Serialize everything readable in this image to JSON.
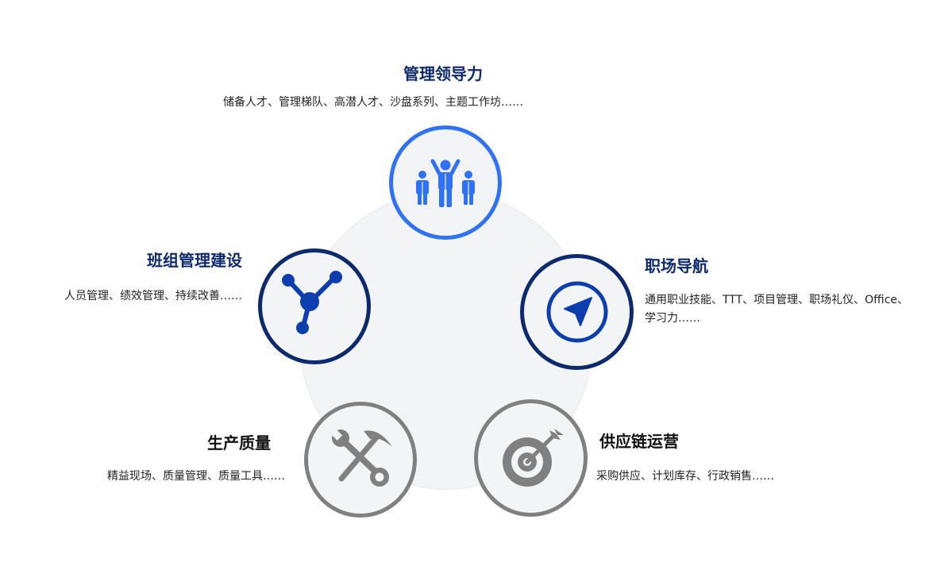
{
  "colors": {
    "accent_blue": "#2f72f5",
    "dark_blue": "#0d2a6e",
    "gray": "#808080",
    "background": "#f3f4f6"
  },
  "topics": {
    "leadership": {
      "title": "管理领导力",
      "desc": "储备人才、管理梯队、高潜人才、沙盘系列、主题工作坊……",
      "icon": "team-cheering-icon"
    },
    "team_building": {
      "title": "班组管理建设",
      "desc": "人员管理、绩效管理、持续改善……",
      "icon": "network-nodes-icon"
    },
    "career": {
      "title": "职场导航",
      "desc_line1": "通用职业技能、TTT、项目管理、职场礼仪、Office、",
      "desc_line2": "学习力……",
      "icon": "navigation-arrow-icon"
    },
    "production": {
      "title": "生产质量",
      "desc": "精益现场、质量管理、质量工具……",
      "icon": "tools-icon"
    },
    "supply_chain": {
      "title": "供应链运营",
      "desc": "采购供应、计划库存、行政销售……",
      "icon": "target-arrow-icon"
    }
  }
}
